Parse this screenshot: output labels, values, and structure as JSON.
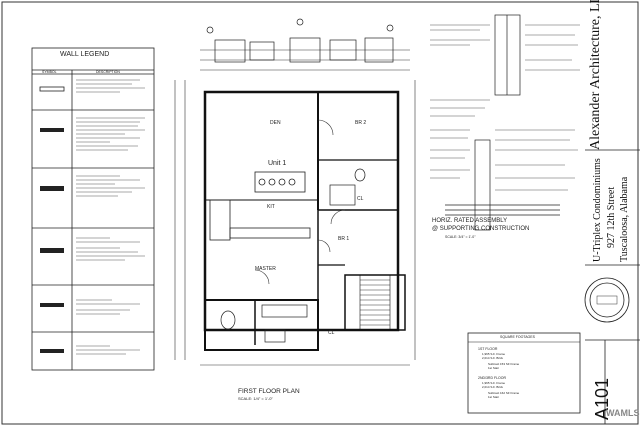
{
  "legend": {
    "title": "WALL LEGEND",
    "col_symbol": "SYMBOL",
    "col_description": "DESCRIPTION"
  },
  "rooms": {
    "den": "DEN",
    "br2": "BR 2",
    "unit": "Unit 1",
    "kit": "KIT",
    "cl": "CL",
    "br": "BR 1",
    "master": "MASTER"
  },
  "plan": {
    "title": "FIRST FLOOR PLAN",
    "scale": "SCALE: 1/4\" = 1'-0\""
  },
  "assembly": {
    "line1": "HORIZ. RATED ASSEMBLY",
    "line2": "@ SUPPORTING CONSTRUCTION",
    "scale": "SCALE: 3/4\" = 1'-0\""
  },
  "sqft": {
    "title": "SQUARE FOOTAGES",
    "first_floor": "1ST FLOOR",
    "first_frame": "1,965 S.F. Frame",
    "first_brick": "2,014 S.F. Brick",
    "first_subtract": "Subtract 153 SF Frame",
    "first_stair": "1st Stair",
    "second_floor": "2ND/3RD FLOOR",
    "second_frame": "1,965 S.F. Frame",
    "second_brick": "2,014 S.F. Brick",
    "second_subtract": "Subtract 162 SF Frame",
    "second_stair": "1st Stair"
  },
  "titleblock": {
    "firm": "Alexander Architecture, LLC",
    "project": "U-Triplex Condominiums",
    "street": "927 12th Street",
    "city": "Tuscaloosa, Alabama",
    "sheet": "A101"
  },
  "watermark": "WAMLS"
}
